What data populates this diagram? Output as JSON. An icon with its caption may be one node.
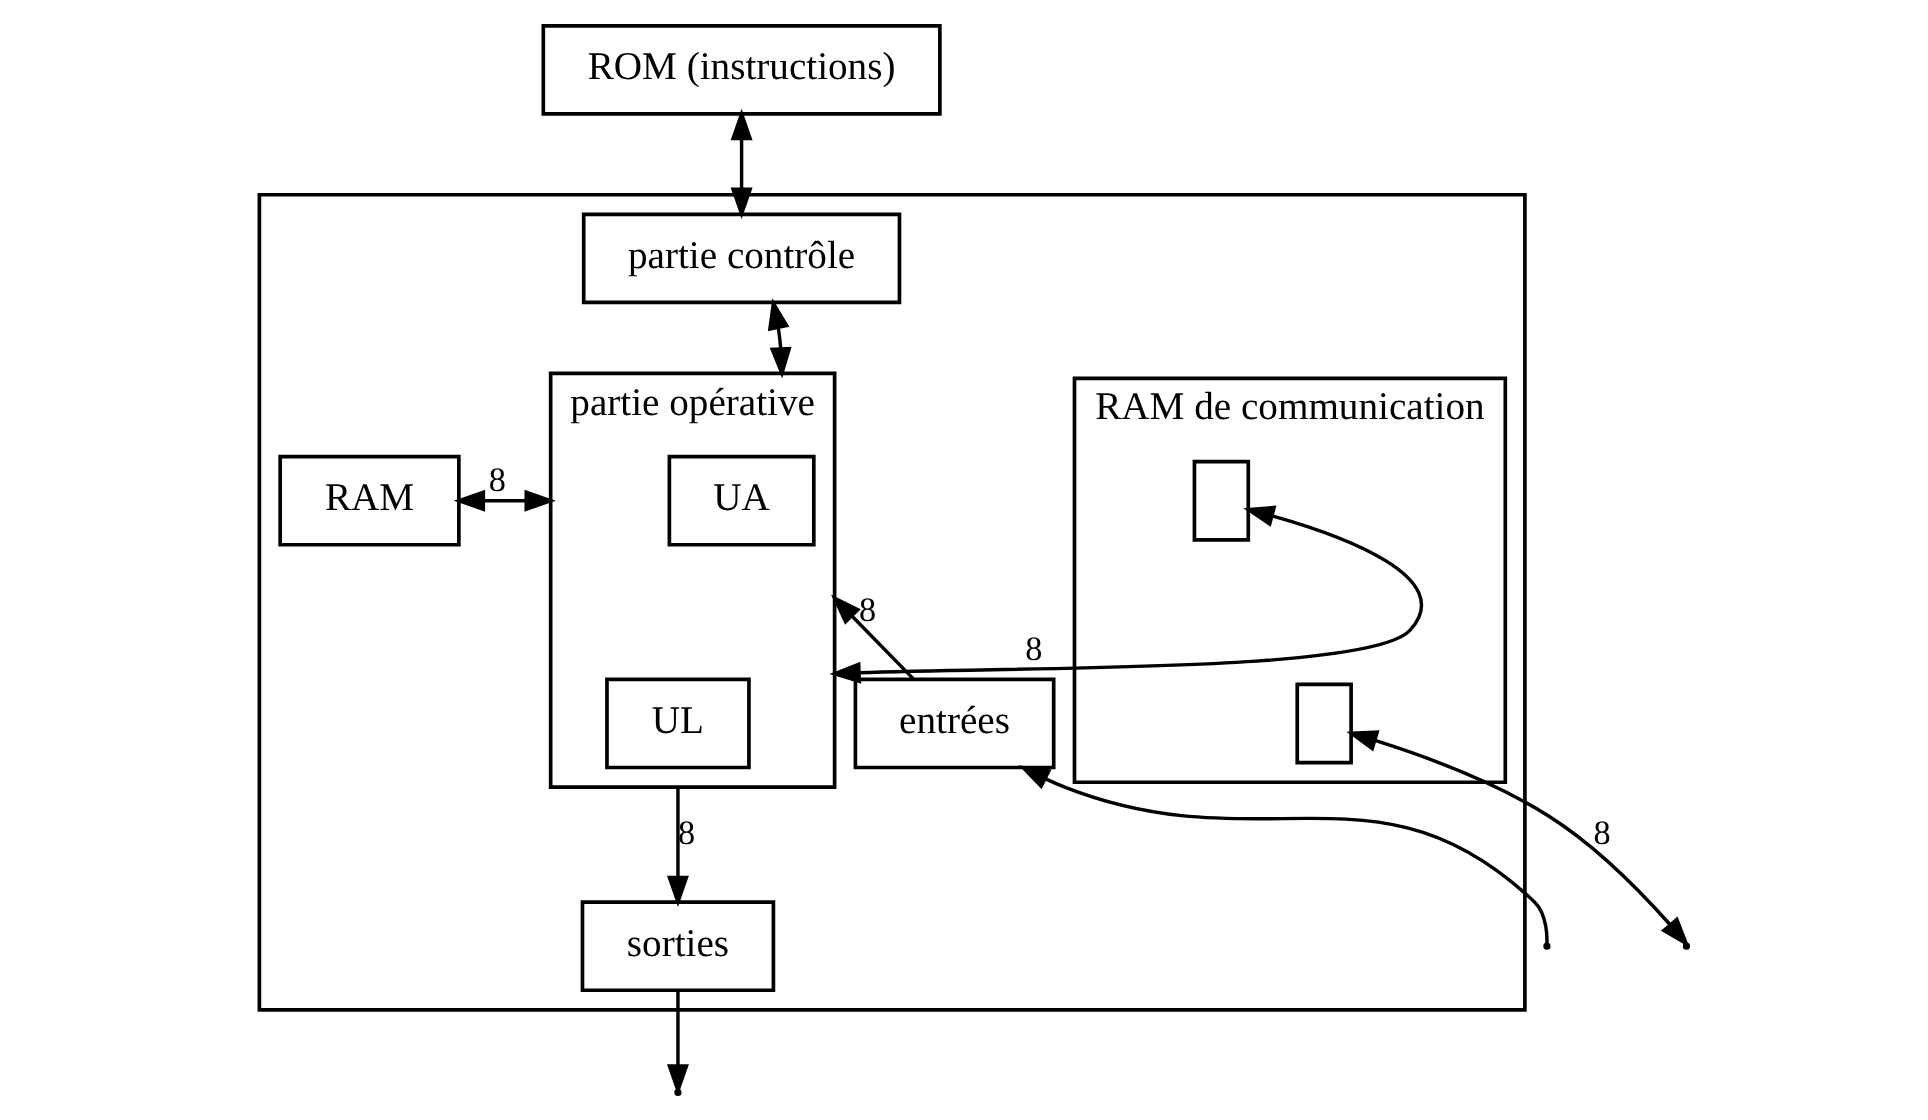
{
  "diagram": {
    "nodes": [
      {
        "text": [
          "ROM (instructions)"
        ]
      },
      {
        "text": [],
        "shape": "box"
      },
      {
        "text": [
          "partie contrôle"
        ],
        "in": 1
      },
      {
        "text": [
          "RAM"
        ],
        "in": 1
      },
      {
        "text": [
          "partie opérative"
        ],
        "in": 1
      },
      {
        "text": [
          "UA"
        ],
        "in": 4
      },
      {
        "text": [
          "UL"
        ],
        "in": 4
      },
      {
        "text": [
          "RAM de communication"
        ],
        "in": 1
      },
      {
        "text": [],
        "shape": "box",
        "in": 7
      },
      {
        "text": [],
        "shape": "box",
        "in": 7
      },
      {
        "text": [
          "entrées"
        ],
        "in": 1
      },
      {
        "text": [
          "sorties"
        ],
        "in": 1
      }
    ],
    "edges": [
      {
        "from": 0,
        "to": 2,
        "arrow": "both"
      },
      {
        "from": 2,
        "to": 4,
        "arrow": "both"
      },
      {
        "from": 3,
        "to": 4,
        "arrow": "both",
        "label": "8"
      },
      {
        "from": 4,
        "to": 8,
        "arrow": "both",
        "label": "8"
      },
      {
        "from": 10,
        "to": 4,
        "arrow": "to",
        "label": "8"
      },
      {
        "from": 4,
        "to": 11,
        "arrow": "to",
        "label": "8"
      },
      {
        "from": null,
        "to": 10,
        "arrow": "to"
      },
      {
        "from": 11,
        "to": null,
        "arrow": "to"
      },
      {
        "from": null,
        "to": 9,
        "arrow": "both",
        "label": "8"
      }
    ]
  }
}
